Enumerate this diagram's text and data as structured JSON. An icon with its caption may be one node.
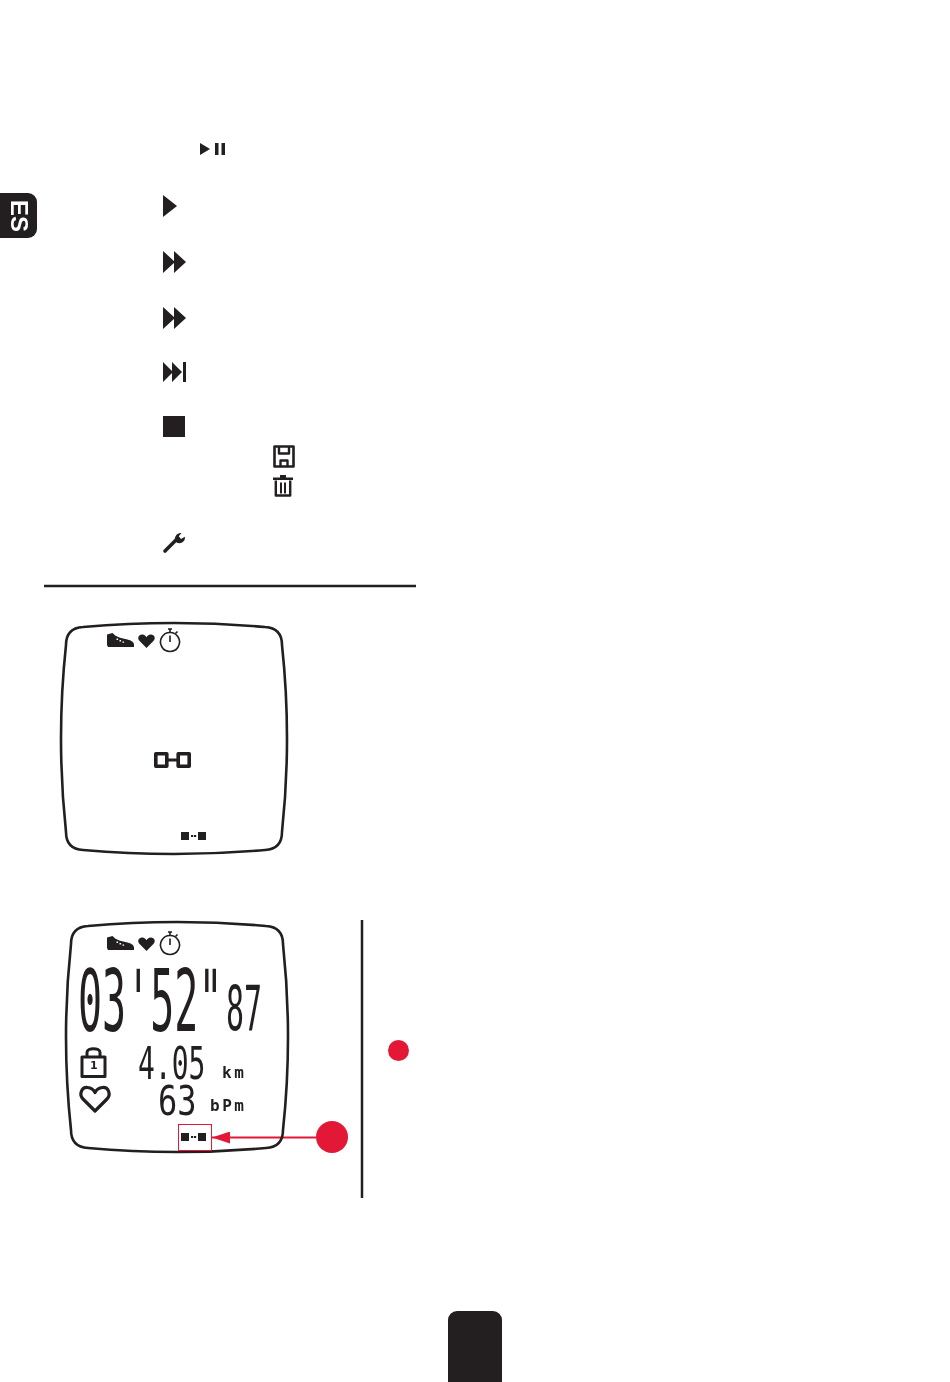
{
  "diagram": {
    "nodes": [
      {
        "text": [
          "ES"
        ]
      },
      {
        "text": [
          "03'52\"",
          "87",
          "1",
          "4.05",
          "km",
          "63",
          "bPm"
        ]
      },
      {
        "text": [],
        "shape": "box",
        "in": 1
      },
      {
        "text": [],
        "shape": "circle"
      }
    ],
    "edges": [
      {
        "from": 3,
        "to": 2,
        "arrow": "to",
        "color": "#e31837"
      }
    ]
  }
}
